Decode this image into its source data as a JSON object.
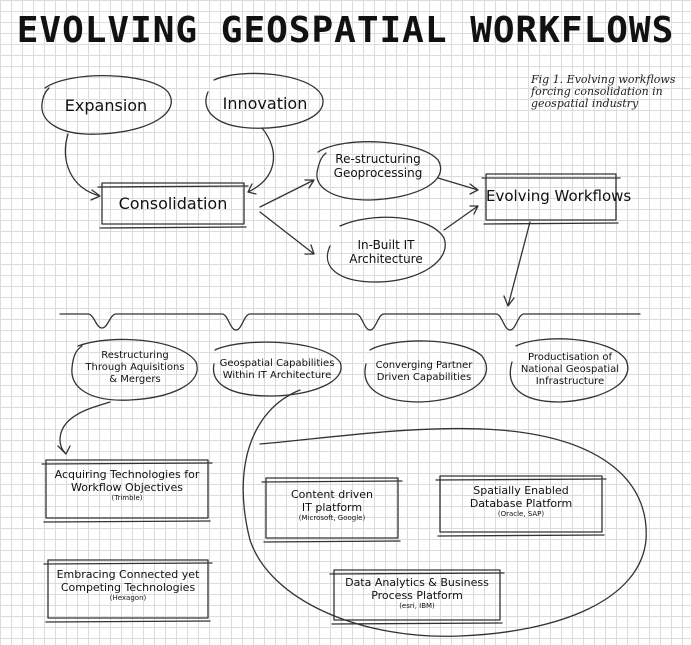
{
  "title": "EVOLVING GEOSPATIAL WORKFLOWS",
  "caption": [
    "Fig 1. Evolving workflows",
    "forcing consolidation in",
    "geospatial industry"
  ],
  "nodes": {
    "expansion": "Expansion",
    "innovation": "Innovation",
    "consolidation": "Consolidation",
    "restructuring_geoprocessing": [
      "Re-structuring",
      "Geoprocessing"
    ],
    "in_built_it": [
      "In-Built IT",
      "Architecture"
    ],
    "evolving_workflows": "Evolving Workflows"
  },
  "branches": {
    "restructuring_acquisitions": [
      "Restructuring",
      "Through Aquisitions",
      "& Mergers"
    ],
    "geospatial_capabilities": [
      "Geospatial Capabilities",
      "Within IT Architecture"
    ],
    "converging_partner": [
      "Converging Partner",
      "Driven Capabilities"
    ],
    "productisation": [
      "Productisation of",
      "National Geospatial",
      "Infrastructure"
    ]
  },
  "platforms": {
    "acquiring": {
      "lines": [
        "Acquiring Technologies for",
        "Workflow Objectives"
      ],
      "note": "(Trimble)"
    },
    "embracing": {
      "lines": [
        "Embracing Connected yet",
        "Competing Technologies"
      ],
      "note": "(Hexagon)"
    },
    "content_driven": {
      "lines": [
        "Content driven",
        "IT platform"
      ],
      "note": "(Microsoft, Google)"
    },
    "spatially_enabled": {
      "lines": [
        "Spatially Enabled",
        "Database Platform"
      ],
      "note": "(Oracle, SAP)"
    },
    "data_analytics": {
      "lines": [
        "Data Analytics & Business",
        "Process Platform"
      ],
      "note": "(esri, IBM)"
    }
  }
}
